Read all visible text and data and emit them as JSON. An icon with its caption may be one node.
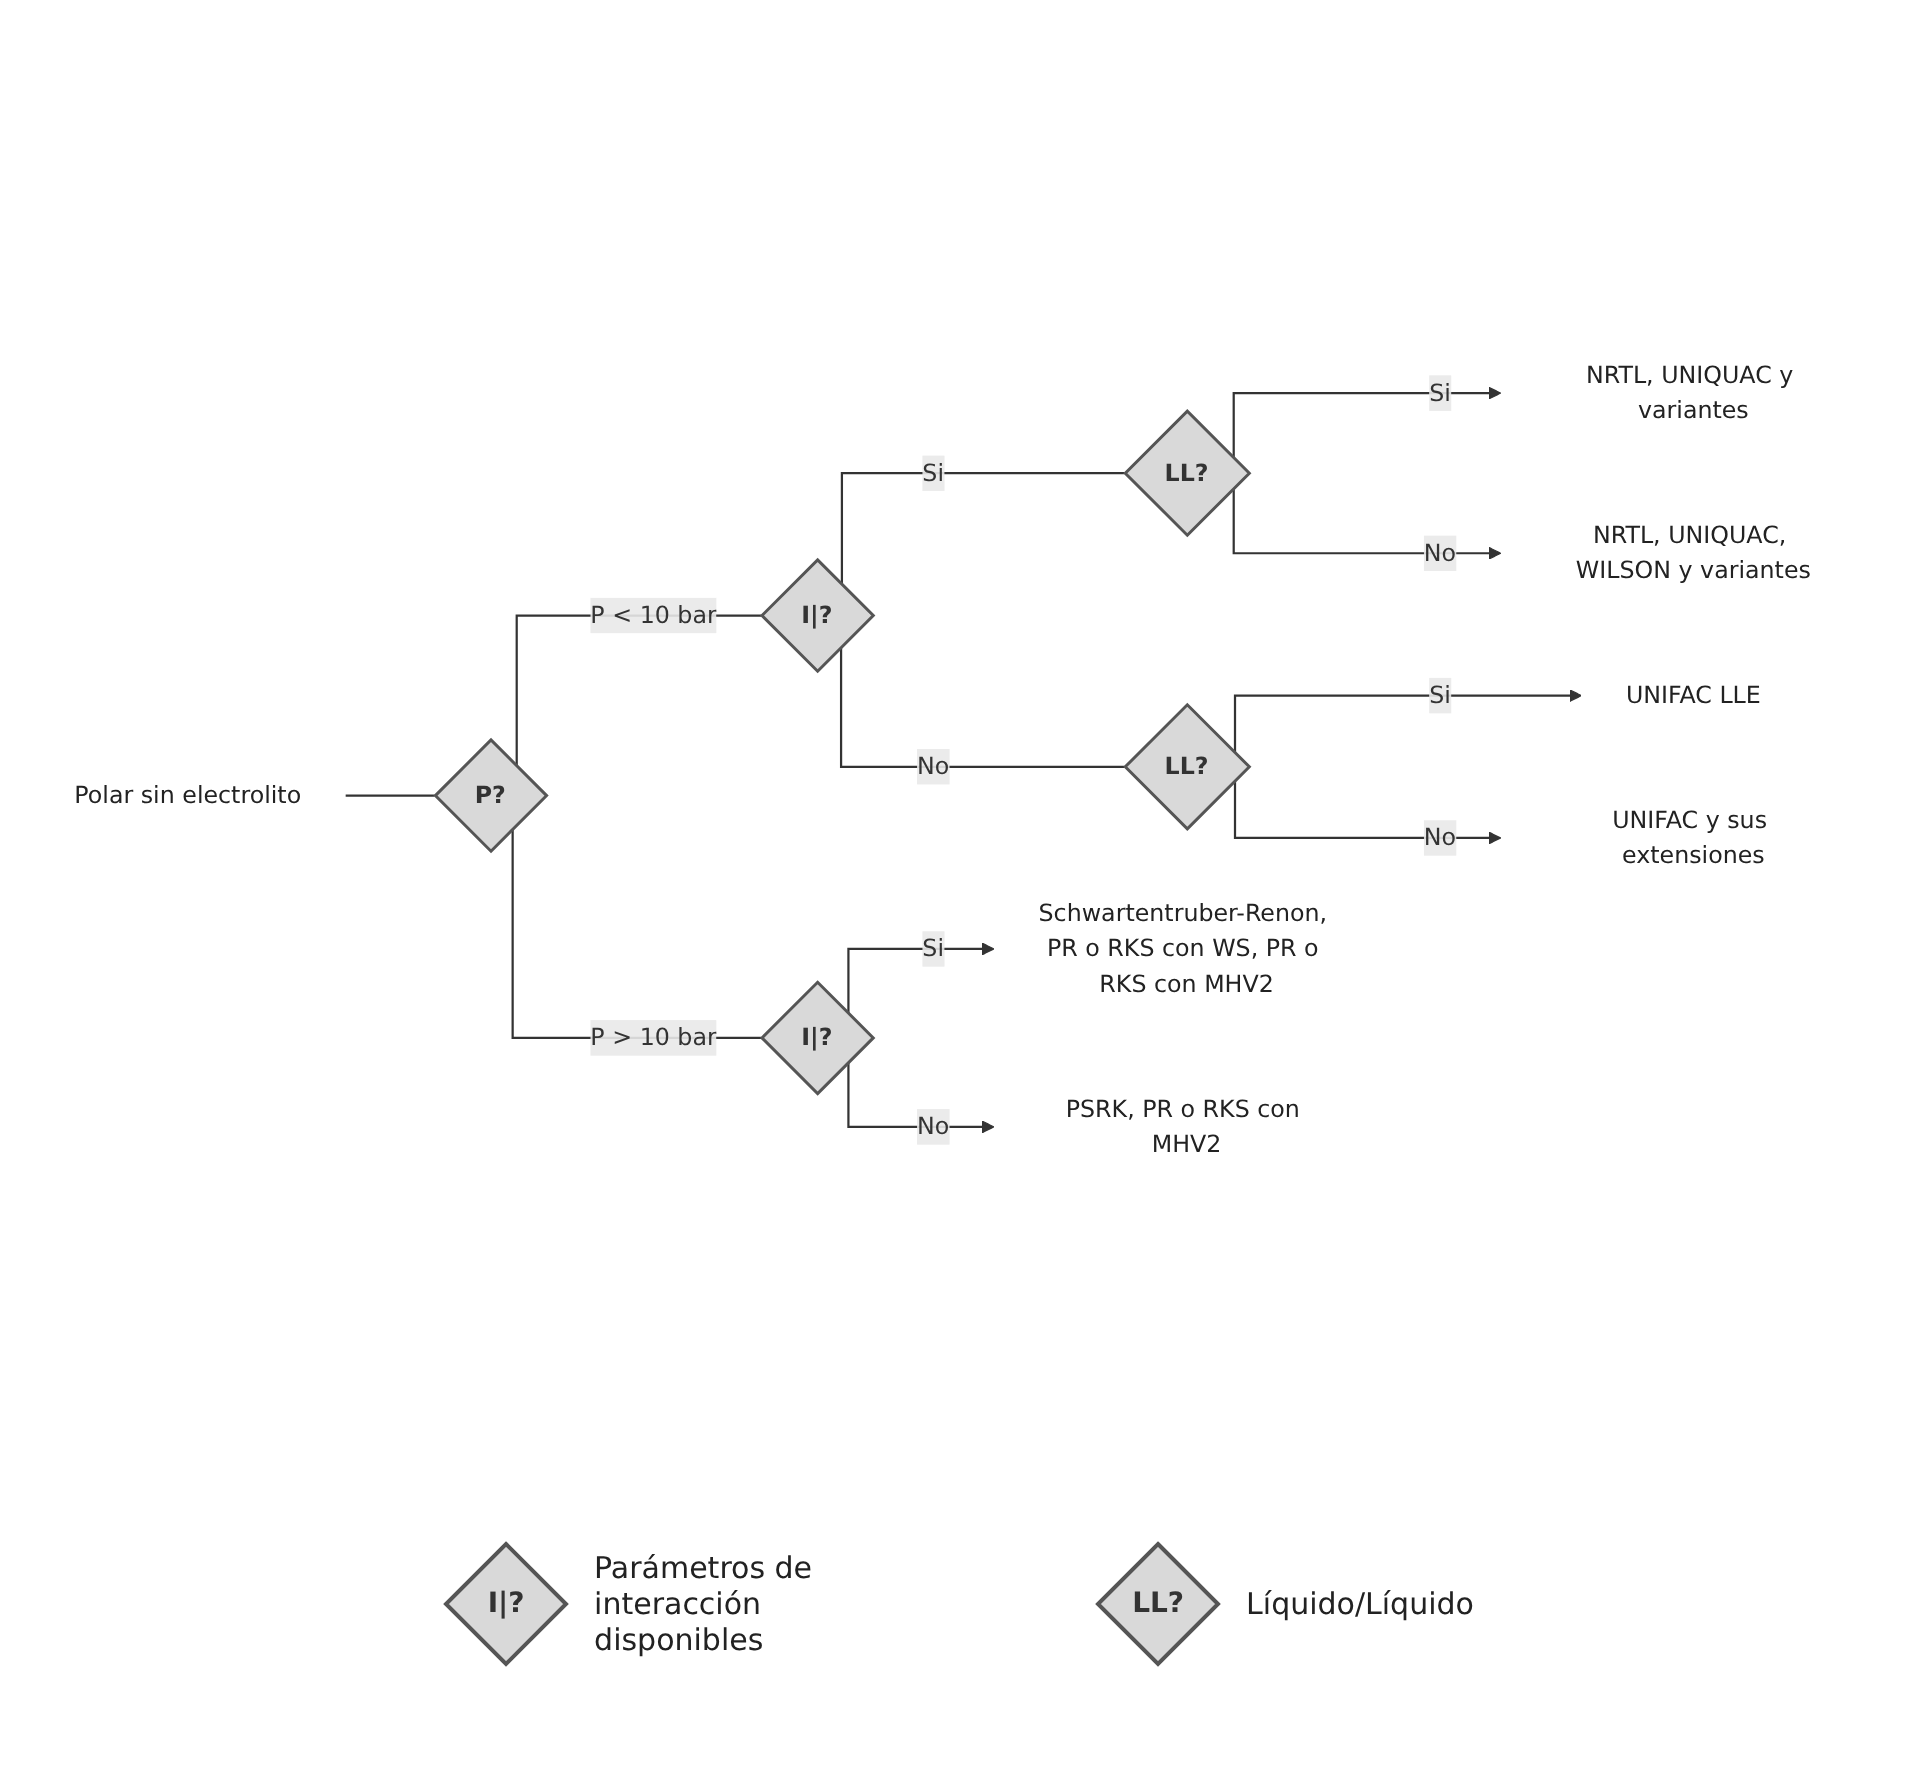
{
  "diagram": {
    "nodes": [
      {
        "text": [
          "Polar sin electrolito"
        ]
      },
      {
        "text": [
          "P?"
        ]
      },
      {
        "text": [
          "I|?"
        ]
      },
      {
        "text": [
          "LL?"
        ]
      },
      {
        "text": [
          "NRTL, UNIQUAC y variantes"
        ]
      },
      {
        "text": [
          "NRTL, UNIQUAC, WILSON y variantes"
        ]
      },
      {
        "text": [
          "LL?"
        ]
      },
      {
        "text": [
          "UNIFAC LLE"
        ]
      },
      {
        "text": [
          "UNIFAC y sus extensiones"
        ]
      },
      {
        "text": [
          "I|?"
        ]
      },
      {
        "text": [
          "Schwartentruber-Renon, PR o RKS con WS, PR o RKS con MHV2"
        ]
      },
      {
        "text": [
          "PSRK, PR o RKS con MHV2"
        ]
      }
    ],
    "edges": [
      {
        "from": 0,
        "to": 1,
        "arrow": "none"
      },
      {
        "from": 1,
        "to": 2,
        "label": "P < 10 bar",
        "arrow": "none"
      },
      {
        "from": 2,
        "to": 3,
        "label": "Si",
        "arrow": "none"
      },
      {
        "from": 3,
        "to": 4,
        "label": "Si",
        "arrow": "to"
      },
      {
        "from": 3,
        "to": 5,
        "label": "No",
        "arrow": "to"
      },
      {
        "from": 2,
        "to": 6,
        "label": "No",
        "arrow": "none"
      },
      {
        "from": 6,
        "to": 7,
        "label": "Si",
        "arrow": "to"
      },
      {
        "from": 6,
        "to": 8,
        "label": "No",
        "arrow": "to"
      },
      {
        "from": 1,
        "to": 9,
        "label": "P > 10 bar",
        "arrow": "none"
      },
      {
        "from": 9,
        "to": 10,
        "label": "Si",
        "arrow": "to"
      },
      {
        "from": 9,
        "to": 11,
        "label": "No",
        "arrow": "to"
      }
    ],
    "labels": [
      "I|?",
      "LL?"
    ],
    "legend": [
      {
        "text": "Parámetros de interacción disponibles"
      },
      {
        "text": "Líquido/Líquido"
      }
    ]
  }
}
